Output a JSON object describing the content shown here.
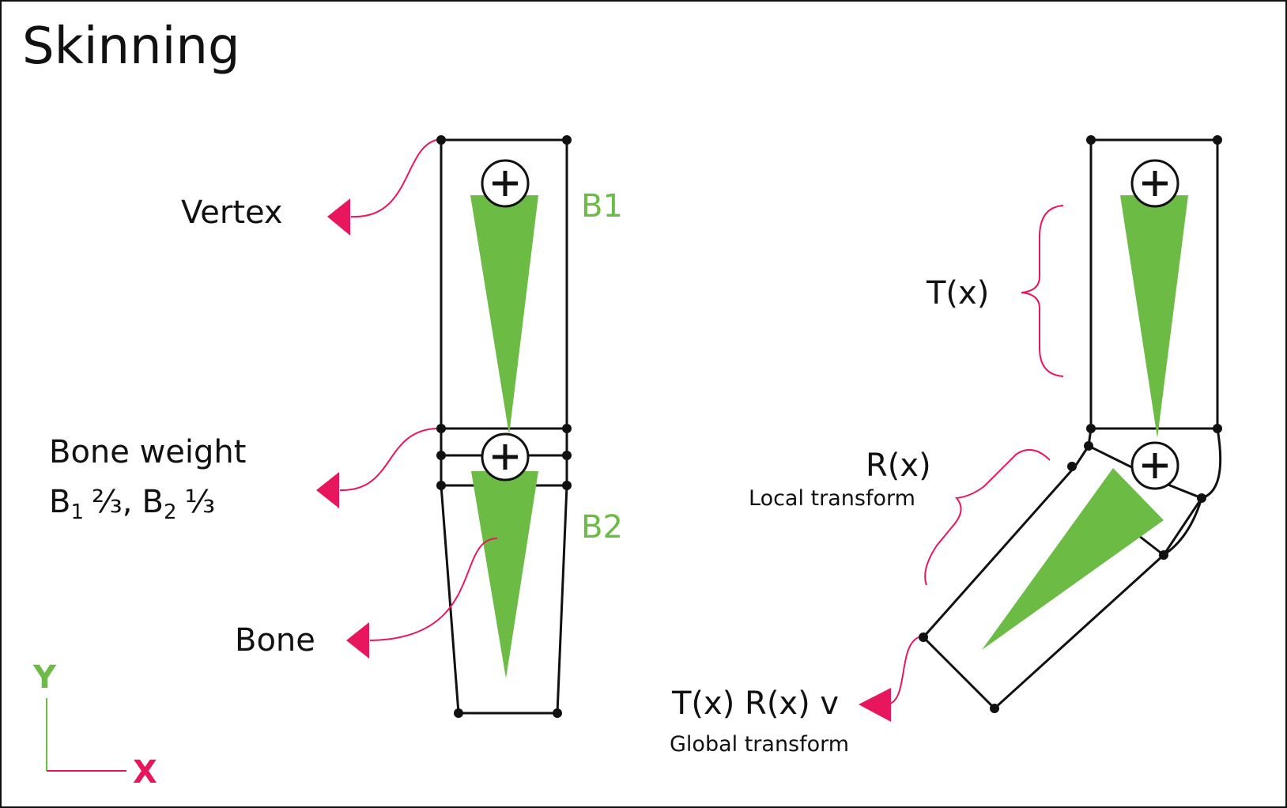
{
  "title": "Skinning",
  "colors": {
    "bone": "#6cbb45",
    "annotation": "#e8175d",
    "outline": "#111111",
    "axis_x": "#e8175d",
    "axis_y": "#6cbb45"
  },
  "left_figure": {
    "vertex_label": "Vertex",
    "bone_weight_label": "Bone weight",
    "bone_weight_values": {
      "b1": "B",
      "b1_sub": "1",
      "b1_weight": "⅔",
      "sep": ",",
      "b2": "B",
      "b2_sub": "2",
      "b2_weight": "⅓"
    },
    "bone_label": "Bone",
    "b1_label": "B1",
    "b2_label": "B2",
    "joint_symbol": "+"
  },
  "right_figure": {
    "translation_label": "T(x)",
    "rotation_label": "R(x)",
    "local_transform_label": "Local transform",
    "global_formula_label": "T(x) R(x) v",
    "global_transform_label": "Global transform",
    "joint_symbol": "+"
  },
  "axes": {
    "x_label": "X",
    "y_label": "Y"
  },
  "icons": [
    "plus-circle-icon",
    "arrowhead-icon"
  ]
}
